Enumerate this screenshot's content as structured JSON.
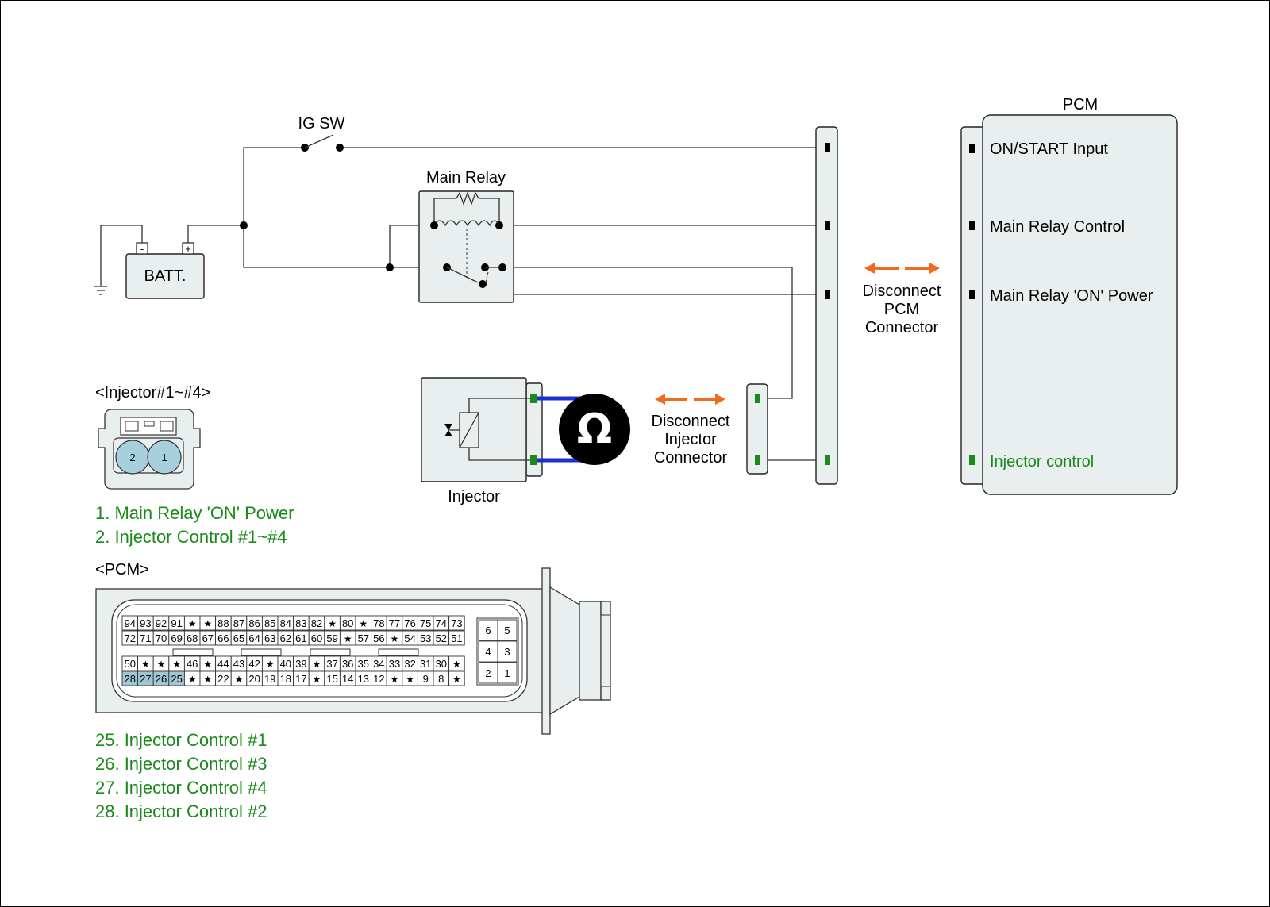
{
  "colors": {
    "panel": "#e9efee",
    "accent_green": "#1a8a1a",
    "arrow_orange": "#f26a1b",
    "probe_blue": "#1b2fd6",
    "pin_highlight": "#9fc8d4"
  },
  "labels": {
    "ig_sw": "IG SW",
    "main_relay": "Main Relay",
    "batt": "BATT.",
    "batt_minus": "-",
    "batt_plus": "+",
    "pcm_title": "PCM",
    "injector": "Injector",
    "ohm_icon": "Ω",
    "disconnect_pcm": [
      "Disconnect",
      "PCM",
      "Connector"
    ],
    "disconnect_injector": [
      "Disconnect",
      "Injector",
      "Connector"
    ]
  },
  "pcm_pins": [
    "ON/START Input",
    "Main Relay Control",
    "Main Relay 'ON' Power",
    "Injector control"
  ],
  "injector_connector": {
    "title": "<Injector#1~#4>",
    "pins": [
      "2",
      "1"
    ],
    "legend": [
      "1. Main Relay 'ON' Power",
      "2. Injector Control #1~#4"
    ]
  },
  "pcm_connector": {
    "title": "<PCM>",
    "rows": [
      [
        "94",
        "93",
        "92",
        "91",
        "★",
        "★",
        "88",
        "87",
        "86",
        "85",
        "84",
        "83",
        "82",
        "★",
        "80",
        "★",
        "78",
        "77",
        "76",
        "75",
        "74",
        "73"
      ],
      [
        "72",
        "71",
        "70",
        "69",
        "68",
        "67",
        "66",
        "65",
        "64",
        "63",
        "62",
        "61",
        "60",
        "59",
        "★",
        "57",
        "56",
        "★",
        "54",
        "53",
        "52",
        "51"
      ],
      [
        "50",
        "★",
        "★",
        "★",
        "46",
        "★",
        "44",
        "43",
        "42",
        "★",
        "40",
        "39",
        "★",
        "37",
        "36",
        "35",
        "34",
        "33",
        "32",
        "31",
        "30",
        "★"
      ],
      [
        "28",
        "27",
        "26",
        "25",
        "★",
        "★",
        "22",
        "★",
        "20",
        "19",
        "18",
        "17",
        "★",
        "15",
        "14",
        "13",
        "12",
        "★",
        "★",
        "9",
        "8",
        "★"
      ]
    ],
    "highlighted": [
      "28",
      "27",
      "26",
      "25"
    ],
    "small_block": [
      [
        "6",
        "5"
      ],
      [
        "4",
        "3"
      ],
      [
        "2",
        "1"
      ]
    ],
    "legend": [
      "25. Injector Control  #1",
      "26. Injector Control  #3",
      "27. Injector Control  #4",
      "28. Injector Control  #2"
    ]
  }
}
